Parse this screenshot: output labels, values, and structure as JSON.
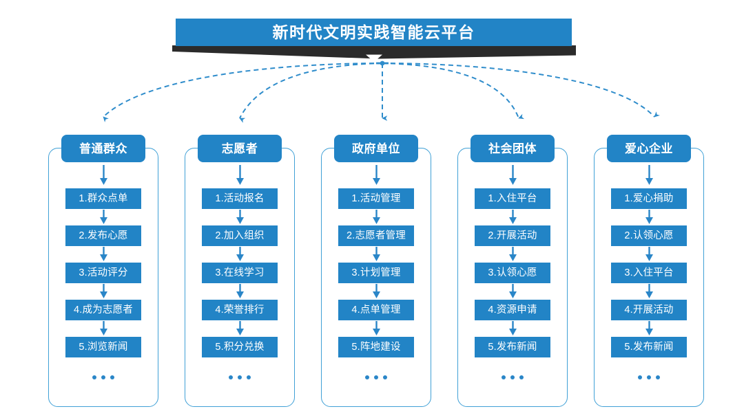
{
  "title": {
    "text": "新时代文明实践智能云平台",
    "bar_color": "#2284C6",
    "ribbon_color": "#2B2B2B",
    "text_color": "#FFFFFF"
  },
  "theme": {
    "primary_blue": "#2284C6",
    "outline_blue": "#3FA0D6",
    "arrow_blue": "#2A86C8",
    "dash_blue": "#2E8CCB",
    "background": "#FFFFFF"
  },
  "connector": {
    "style": "dashed-curved",
    "origin_label": "platform-hub",
    "arrow_count": 5
  },
  "columns": [
    {
      "id": "general-public",
      "header": "普通群众",
      "items": [
        "1.群众点单",
        "2.发布心愿",
        "3.活动评分",
        "4.成为志愿者",
        "5.浏览新闻"
      ],
      "more": "..."
    },
    {
      "id": "volunteer",
      "header": "志愿者",
      "items": [
        "1.活动报名",
        "2.加入组织",
        "3.在线学习",
        "4.荣誉排行",
        "5.积分兑换"
      ],
      "more": "..."
    },
    {
      "id": "government-unit",
      "header": "政府单位",
      "items": [
        "1.活动管理",
        "2.志愿者管理",
        "3.计划管理",
        "4.点单管理",
        "5.阵地建设"
      ],
      "more": "..."
    },
    {
      "id": "social-group",
      "header": "社会团体",
      "items": [
        "1.入住平台",
        "2.开展活动",
        "3.认领心愿",
        "4.资源申请",
        "5.发布新闻"
      ],
      "more": "..."
    },
    {
      "id": "charity-enterprise",
      "header": "爱心企业",
      "items": [
        "1.爱心捐助",
        "2.认领心愿",
        "3.入住平台",
        "4.开展活动",
        "5.发布新闻"
      ],
      "more": "..."
    }
  ]
}
